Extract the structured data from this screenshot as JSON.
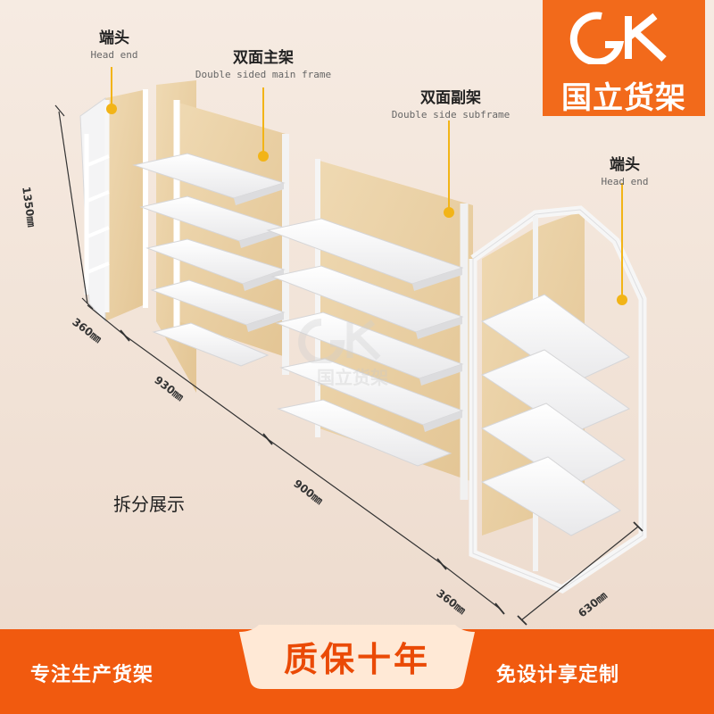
{
  "brand": {
    "logo_text": "国立货架",
    "watermark_text": "国立货架"
  },
  "labels": {
    "head_end_left": {
      "cn": "端头",
      "en": "Head end"
    },
    "main_frame": {
      "cn": "双面主架",
      "en": "Double sided main frame"
    },
    "sub_frame": {
      "cn": "双面副架",
      "en": "Double side subframe"
    },
    "head_end_right": {
      "cn": "端头",
      "en": "Head end"
    }
  },
  "dimensions": {
    "height": "1350㎜",
    "depth_left": "360㎜",
    "width_main": "930㎜",
    "width_sub": "900㎜",
    "depth_right": "360㎜",
    "depth_total": "630㎜"
  },
  "caption": "拆分展示",
  "bottom_bar": {
    "left_text": "专注生产货架",
    "center_text": "质保十年",
    "right_text": "免设计享定制"
  },
  "colors": {
    "accent": "#f15a0f",
    "logo_bg": "#f26a1b",
    "wood": "#e9cfa3",
    "pointer": "#f2b417"
  }
}
